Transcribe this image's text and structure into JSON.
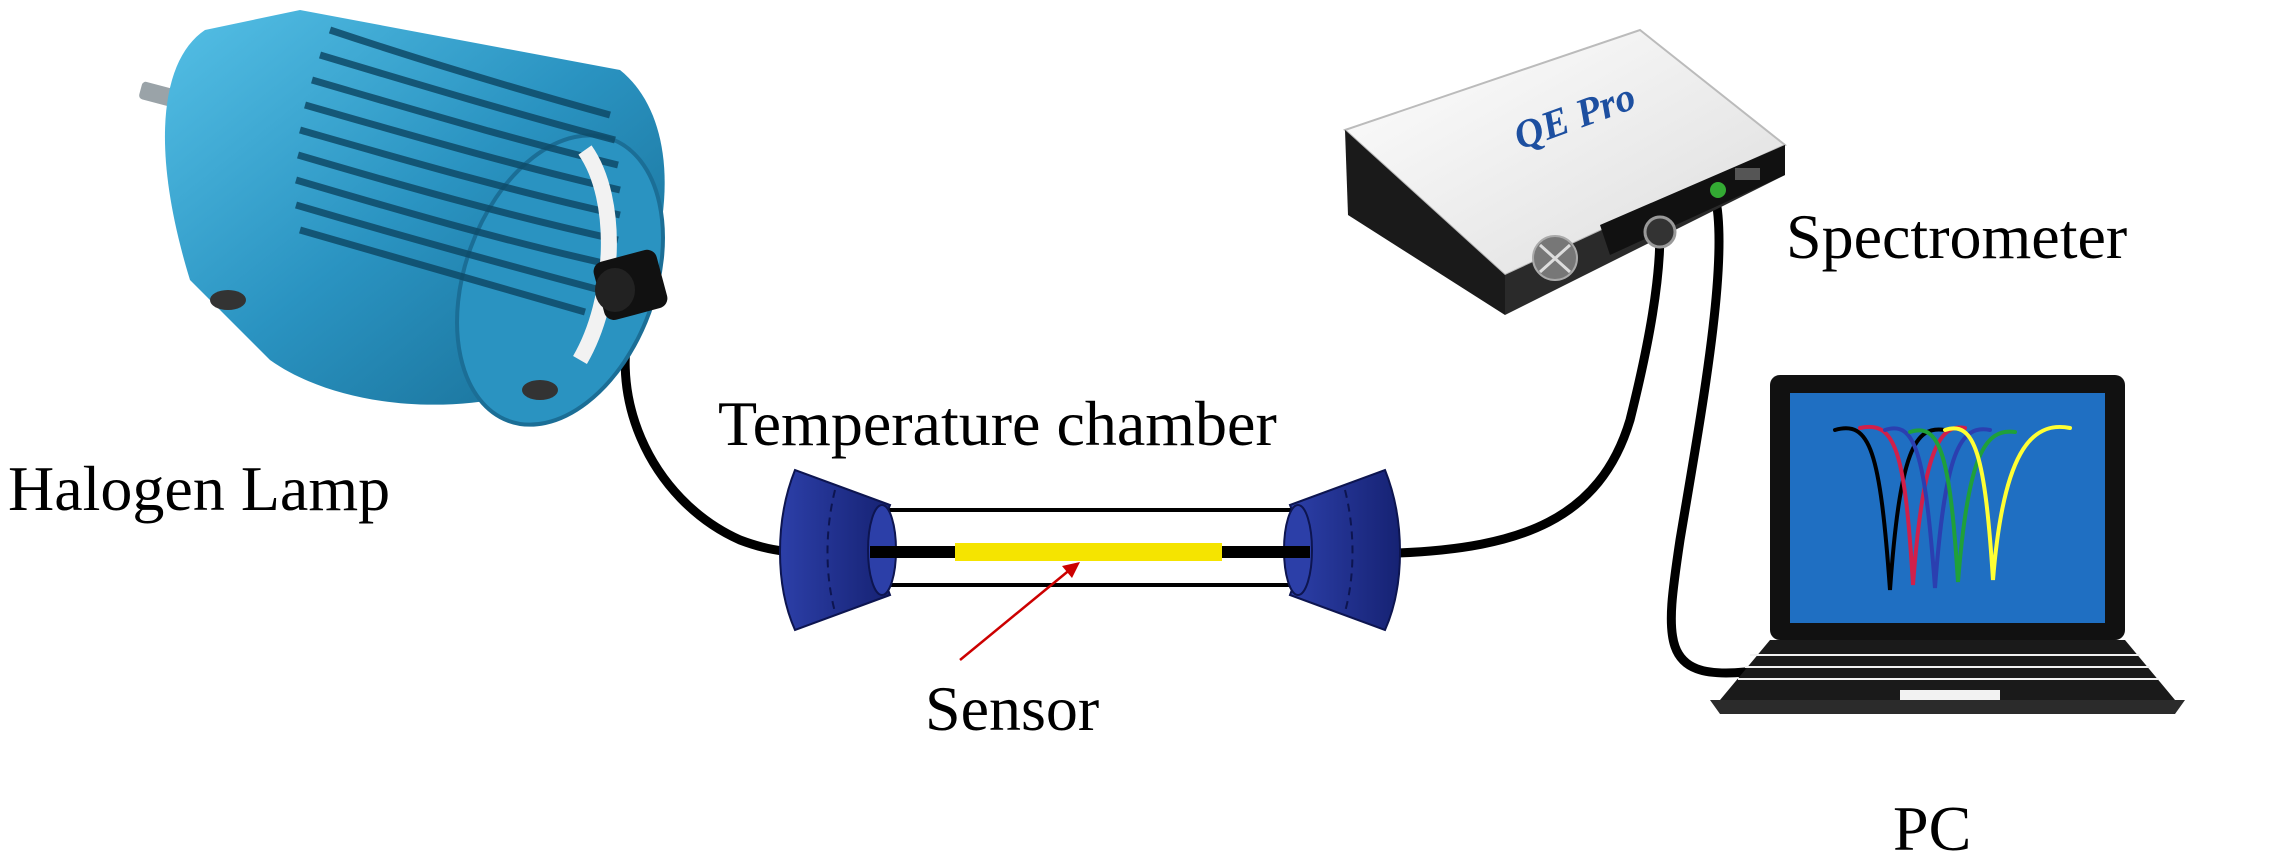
{
  "labels": {
    "halogen_lamp": "Halogen Lamp",
    "temperature_chamber": "Temperature chamber",
    "sensor": "Sensor",
    "spectrometer": "Spectrometer",
    "pc": "PC"
  },
  "spectrometer_brand": "QE Pro",
  "colors": {
    "lamp_body": "#2a93c1",
    "chamber_cap": "#1f2e8f",
    "sensor": "#f5e400",
    "fiber": "#000000",
    "screen": "#1f6fc2",
    "pointer_arrow": "#cc0000",
    "curve_1": "#000000",
    "curve_2": "#d0204a",
    "curve_3": "#2b3fb0",
    "curve_4": "#1fa03a",
    "curve_5": "#ffff33"
  },
  "icons": {
    "lamp": "halogen-lamp-icon",
    "spectrometer": "spectrometer-icon",
    "laptop": "laptop-icon"
  }
}
